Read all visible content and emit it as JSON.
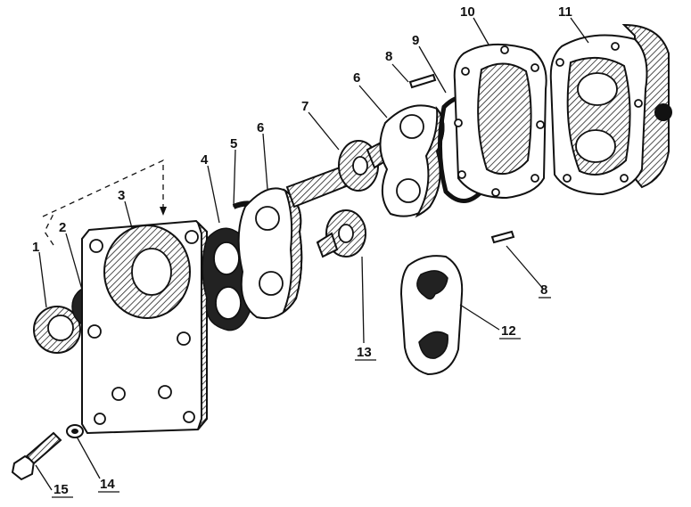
{
  "figure": {
    "labels": [
      {
        "id": "1",
        "text": "1"
      },
      {
        "id": "2",
        "text": "2"
      },
      {
        "id": "3",
        "text": "3"
      },
      {
        "id": "4",
        "text": "4"
      },
      {
        "id": "5",
        "text": "5"
      },
      {
        "id": "6a",
        "text": "6"
      },
      {
        "id": "6b",
        "text": "6"
      },
      {
        "id": "7",
        "text": "7"
      },
      {
        "id": "8a",
        "text": "8"
      },
      {
        "id": "8b",
        "text": "8"
      },
      {
        "id": "9",
        "text": "9"
      },
      {
        "id": "10",
        "text": "10"
      },
      {
        "id": "11",
        "text": "11"
      },
      {
        "id": "12",
        "text": "12"
      },
      {
        "id": "13",
        "text": "13"
      },
      {
        "id": "14",
        "text": "14"
      },
      {
        "id": "15",
        "text": "15"
      }
    ]
  },
  "colors": {
    "ink": "#111111",
    "paper": "#ffffff"
  }
}
